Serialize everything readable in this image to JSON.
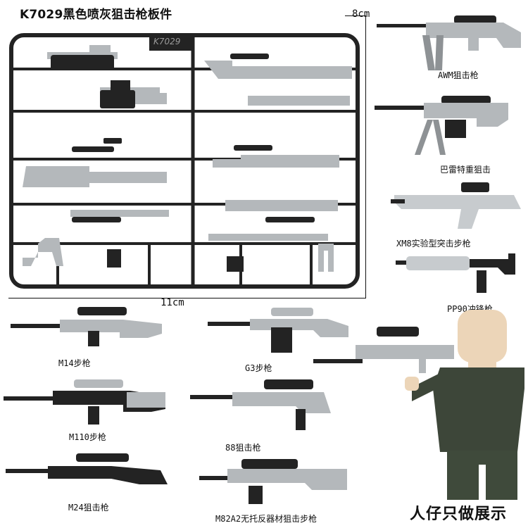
{
  "title": "K7029黑色喷灰狙击枪板件",
  "sprue": {
    "code": "K7029"
  },
  "dimensions": {
    "height": "8cm",
    "width": "11cm"
  },
  "labels": {
    "awm": "AWM狙击枪",
    "barrett": "巴雷特重狙击",
    "xm8": "XM8实验型突击步枪",
    "pp90": "PP90冲锋枪",
    "m14": "M14步枪",
    "g3": "G3步枪",
    "m110": "M110步枪",
    "t88": "88狙击枪",
    "m24": "M24狙击枪",
    "m82a2": "M82A2无托反器材狙击步枪"
  },
  "note": "人仔只做展示",
  "colors": {
    "dark": "#232323",
    "gray": "#b4b8bb",
    "light": "#d4d8db",
    "skin": "#ecd5b8",
    "jacket": "#3d4639"
  }
}
